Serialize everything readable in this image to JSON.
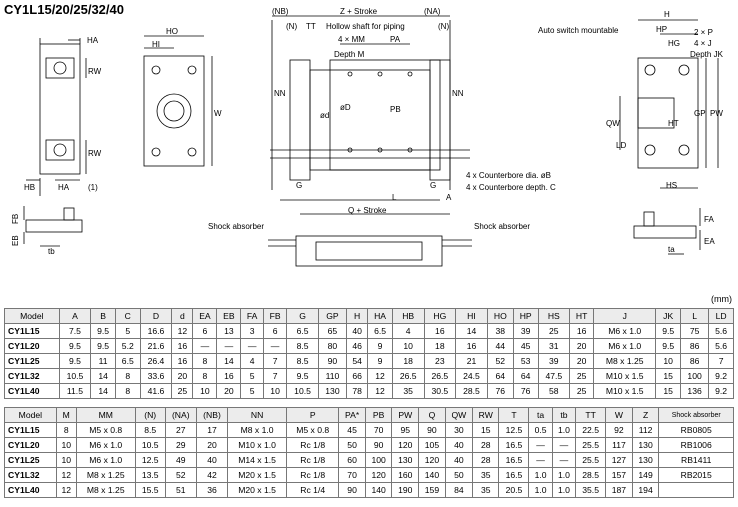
{
  "title": "CY1L15/20/25/32/40",
  "drawing_labels": {
    "ha": "HA",
    "rw": "RW",
    "hb": "HB",
    "one": "(1)",
    "ho": "HO",
    "hi": "HI",
    "w": "W",
    "fb": "FB",
    "eb": "EB",
    "tb": "tb",
    "nb": "(NB)",
    "na": "(NA)",
    "n": "(N)",
    "tt": "TT",
    "z_stroke": "Z + Stroke",
    "hollow": "Hollow shaft for piping",
    "mm4": "4 × MM",
    "depth_m": "Depth M",
    "pa": "PA",
    "nn_left": "NN",
    "nn_right": "NN",
    "od": "ød",
    "oD": "øD",
    "pb": "PB",
    "counterbore_b": "4 x Counterbore dia. øB",
    "counterbore_c": "4 x Counterbore depth. C",
    "l": "L",
    "g_left": "G",
    "g_right": "G",
    "a": "A",
    "q_stroke": "Q + Stroke",
    "auto_switch": "Auto switch mountable",
    "h": "H",
    "hp": "HP",
    "hg": "HG",
    "p2": "2 × P",
    "j4": "4 × J",
    "depth_jk": "Depth JK",
    "qw": "QW",
    "ht": "HT",
    "gp": "GP",
    "pw": "PW",
    "ld": "LD",
    "hs": "HS",
    "shock_left": "Shock absorber",
    "shock_right": "Shock absorber",
    "fa": "FA",
    "ea": "EA",
    "ta": "ta"
  },
  "units": "(mm)",
  "table1": {
    "headers": [
      "Model",
      "A",
      "B",
      "C",
      "D",
      "d",
      "EA",
      "EB",
      "FA",
      "FB",
      "G",
      "GP",
      "H",
      "HA",
      "HB",
      "HG",
      "HI",
      "HO",
      "HP",
      "HS",
      "HT",
      "J",
      "JK",
      "L",
      "LD"
    ],
    "rows": [
      [
        "CY1L15",
        "7.5",
        "9.5",
        "5",
        "16.6",
        "12",
        "6",
        "13",
        "3",
        "6",
        "6.5",
        "65",
        "40",
        "6.5",
        "4",
        "16",
        "14",
        "38",
        "39",
        "25",
        "16",
        "M6 x 1.0",
        "9.5",
        "75",
        "5.6"
      ],
      [
        "CY1L20",
        "9.5",
        "9.5",
        "5.2",
        "21.6",
        "16",
        "—",
        "—",
        "—",
        "—",
        "8.5",
        "80",
        "46",
        "9",
        "10",
        "18",
        "16",
        "44",
        "45",
        "31",
        "20",
        "M6 x 1.0",
        "9.5",
        "86",
        "5.6"
      ],
      [
        "CY1L25",
        "9.5",
        "11",
        "6.5",
        "26.4",
        "16",
        "8",
        "14",
        "4",
        "7",
        "8.5",
        "90",
        "54",
        "9",
        "18",
        "23",
        "21",
        "52",
        "53",
        "39",
        "20",
        "M8 x 1.25",
        "10",
        "86",
        "7"
      ],
      [
        "CY1L32",
        "10.5",
        "14",
        "8",
        "33.6",
        "20",
        "8",
        "16",
        "5",
        "7",
        "9.5",
        "110",
        "66",
        "12",
        "26.5",
        "26.5",
        "24.5",
        "64",
        "64",
        "47.5",
        "25",
        "M10 x 1.5",
        "15",
        "100",
        "9.2"
      ],
      [
        "CY1L40",
        "11.5",
        "14",
        "8",
        "41.6",
        "25",
        "10",
        "20",
        "5",
        "10",
        "10.5",
        "130",
        "78",
        "12",
        "35",
        "30.5",
        "28.5",
        "76",
        "76",
        "58",
        "25",
        "M10 x 1.5",
        "15",
        "136",
        "9.2"
      ]
    ]
  },
  "table2": {
    "headers": [
      "Model",
      "M",
      "MM",
      "(N)",
      "(NA)",
      "(NB)",
      "NN",
      "P",
      "PA*",
      "PB",
      "PW",
      "Q",
      "QW",
      "RW",
      "T",
      "ta",
      "tb",
      "TT",
      "W",
      "Z",
      "Shock absorber"
    ],
    "rows": [
      [
        "CY1L15",
        "8",
        "M5 x 0.8",
        "8.5",
        "27",
        "17",
        "M8 x 1.0",
        "M5 x 0.8",
        "45",
        "70",
        "95",
        "90",
        "30",
        "15",
        "12.5",
        "0.5",
        "1.0",
        "22.5",
        "92",
        "112",
        "RB0805"
      ],
      [
        "CY1L20",
        "10",
        "M6 x 1.0",
        "10.5",
        "29",
        "20",
        "M10 x 1.0",
        "Rc 1/8",
        "50",
        "90",
        "120",
        "105",
        "40",
        "28",
        "16.5",
        "—",
        "—",
        "25.5",
        "117",
        "130",
        "RB1006"
      ],
      [
        "CY1L25",
        "10",
        "M6 x 1.0",
        "12.5",
        "49",
        "40",
        "M14 x 1.5",
        "Rc 1/8",
        "60",
        "100",
        "130",
        "120",
        "40",
        "28",
        "16.5",
        "—",
        "—",
        "25.5",
        "127",
        "130",
        "RB1411"
      ],
      [
        "CY1L32",
        "12",
        "M8 x 1.25",
        "13.5",
        "52",
        "42",
        "M20 x 1.5",
        "Rc 1/8",
        "70",
        "120",
        "160",
        "140",
        "50",
        "35",
        "16.5",
        "1.0",
        "1.0",
        "28.5",
        "157",
        "149",
        "RB2015"
      ],
      [
        "CY1L40",
        "12",
        "M8 x 1.25",
        "15.5",
        "51",
        "36",
        "M20 x 1.5",
        "Rc 1/4",
        "90",
        "140",
        "190",
        "159",
        "84",
        "35",
        "20.5",
        "1.0",
        "1.0",
        "35.5",
        "187",
        "194",
        ""
      ]
    ]
  }
}
